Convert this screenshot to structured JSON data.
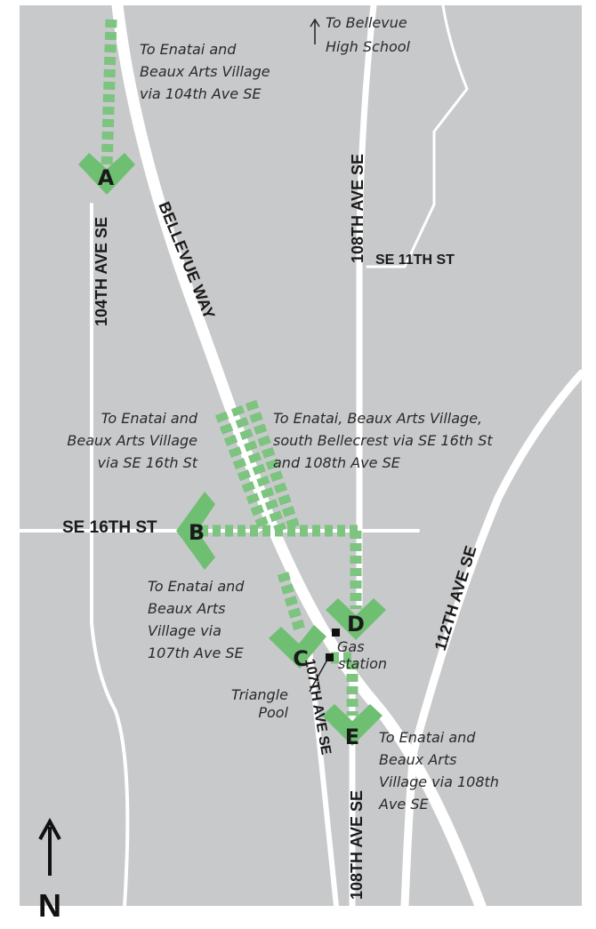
{
  "colors": {
    "land": "#c8c9cb",
    "road": "#ffffff",
    "route": "#7cc47f",
    "marker": "#6fbf73",
    "text": "#1a1a1a"
  },
  "roads": {
    "ave_104": "104TH AVE SE",
    "bellevue_way": "BELLEVUE WAY",
    "ave_108_north": "108TH AVE SE",
    "st_11": "SE 11TH ST",
    "st_16": "SE 16TH ST",
    "ave_107": "107TH AVE SE",
    "ave_108_south": "108TH AVE SE",
    "ave_112": "112TH AVE SE"
  },
  "notes": {
    "top_bellevue": [
      "To Bellevue",
      "High School"
    ],
    "a_route": [
      "To Enatai and",
      "Beaux Arts Village",
      "via 104th Ave SE"
    ],
    "b_route": [
      "To Enatai and",
      "Beaux Arts Village",
      "via SE 16th St"
    ],
    "d_route": [
      "To Enatai, Beaux Arts Village,",
      "south Bellecrest via SE 16th St",
      "and 108th Ave SE"
    ],
    "c_route": [
      "To Enatai and",
      "Beaux Arts",
      "Village via",
      "107th Ave SE"
    ],
    "e_route": [
      "To Enatai and",
      "Beaux Arts",
      "Village via 108th",
      "Ave SE"
    ]
  },
  "landmarks": {
    "gas_station": [
      "Gas",
      "station"
    ],
    "triangle_pool": [
      "Triangle",
      "Pool"
    ]
  },
  "markers": {
    "a": "A",
    "b": "B",
    "c": "C",
    "d": "D",
    "e": "E"
  },
  "north": "N"
}
